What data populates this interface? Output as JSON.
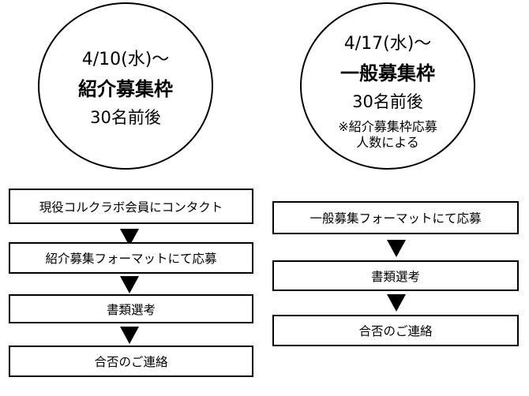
{
  "left": {
    "circle": {
      "date": "4/10(水)〜",
      "title": "紹介募集枠",
      "count": "30名前後"
    },
    "steps": [
      "現役コルクラボ会員にコンタクト",
      "紹介募集フォーマットにて応募",
      "書類選考",
      "合否のご連絡"
    ]
  },
  "right": {
    "circle": {
      "date": "4/17(水)〜",
      "title": "一般募集枠",
      "count": "30名前後",
      "note_line1": "※紹介募集枠応募",
      "note_line2": "人数による"
    },
    "steps": [
      "一般募集フォーマットにて応募",
      "書類選考",
      "合否のご連絡"
    ]
  }
}
